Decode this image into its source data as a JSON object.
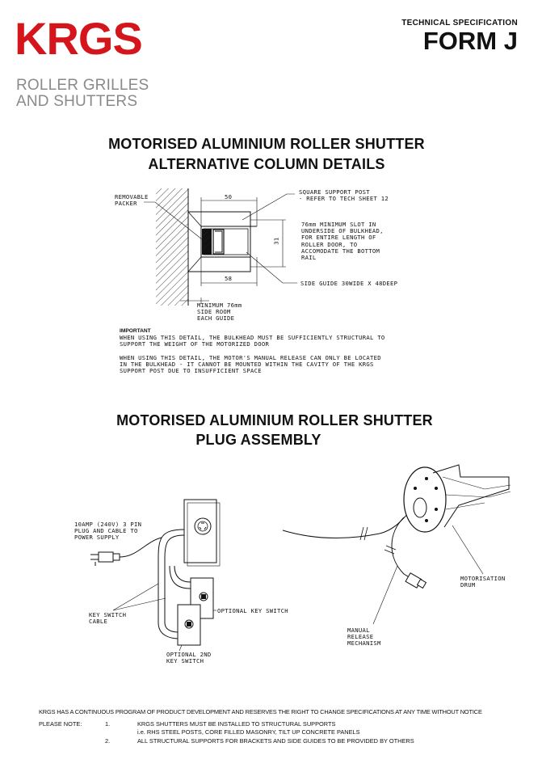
{
  "logo": {
    "brand": "KRGS",
    "line1": "ROLLER GRILLES",
    "line2": "AND SHUTTERS"
  },
  "header": {
    "spec_label": "TECHNICAL SPECIFICATION",
    "form": "FORM J"
  },
  "section1": {
    "title_line1": "MOTORISED ALUMINIUM ROLLER SHUTTER",
    "title_line2": "ALTERNATIVE COLUMN DETAILS",
    "labels": {
      "removable_packer": "REMOVABLE\nPACKER",
      "square_post": "SQUARE SUPPORT POST\n- REFER TO TECH SHEET 12",
      "slot": "76mm MINIMUM SLOT IN\nUNDERSIDE OF BULKHEAD,\nFOR ENTIRE LENGTH OF\nROLLER DOOR, TO\nACCOMODATE THE BOTTOM\nRAIL",
      "side_guide": "SIDE GUIDE 30WIDE X 48DEEP",
      "side_room": "MINIMUM 76mm\nSIDE ROOM\nEACH GUIDE",
      "dim_50": "50",
      "dim_58": "58",
      "dim_31": "31"
    },
    "important_title": "IMPORTANT",
    "important_1": "WHEN USING THIS DETAIL, THE BULKHEAD MUST BE SUFFICIENTLY STRUCTURAL TO\nSUPPORT THE WEIGHT OF THE MOTORIZED DOOR",
    "important_2": "WHEN USING THIS DETAIL, THE MOTOR'S MANUAL RELEASE CAN ONLY BE LOCATED\nIN THE BULKHEAD - IT CANNOT BE MOUNTED WITHIN THE CAVITY OF THE KRGS\nSUPPORT POST DUE TO INSUFFICIENT SPACE"
  },
  "section2": {
    "title_line1": "MOTORISED ALUMINIUM ROLLER SHUTTER",
    "title_line2": "PLUG ASSEMBLY",
    "labels": {
      "plug": "10AMP (240V) 3 PIN\nPLUG AND CABLE TO\nPOWER SUPPLY",
      "key_cable": "KEY SWITCH\nCABLE",
      "optional_key": "OPTIONAL KEY SWITCH",
      "optional_2nd": "OPTIONAL 2ND\nKEY SWITCH",
      "manual_release": "MANUAL\nRELEASE\nMECHANISM",
      "drum": "MOTORISATION\nDRUM"
    }
  },
  "footer": {
    "notice": "KRGS HAS A CONTINUOUS PROGRAM OF PRODUCT DEVELOPMENT AND RESERVES THE RIGHT TO CHANGE SPECIFICATIONS AT ANY TIME WITHOUT NOTICE",
    "please_note": "PLEASE NOTE:",
    "n1": "1.",
    "note1_line1": "KRGS SHUTTERS MUST BE INSTALLED TO STRUCTURAL SUPPORTS",
    "note1_line2": "i.e. RHS STEEL POSTS, CORE FILLED MASONRY, TILT UP CONCRETE PANELS",
    "n2": "2.",
    "note2": "ALL STRUCTURAL SUPPORTS FOR BRACKETS AND SIDE GUIDES TO BE PROVIDED BY OTHERS"
  }
}
